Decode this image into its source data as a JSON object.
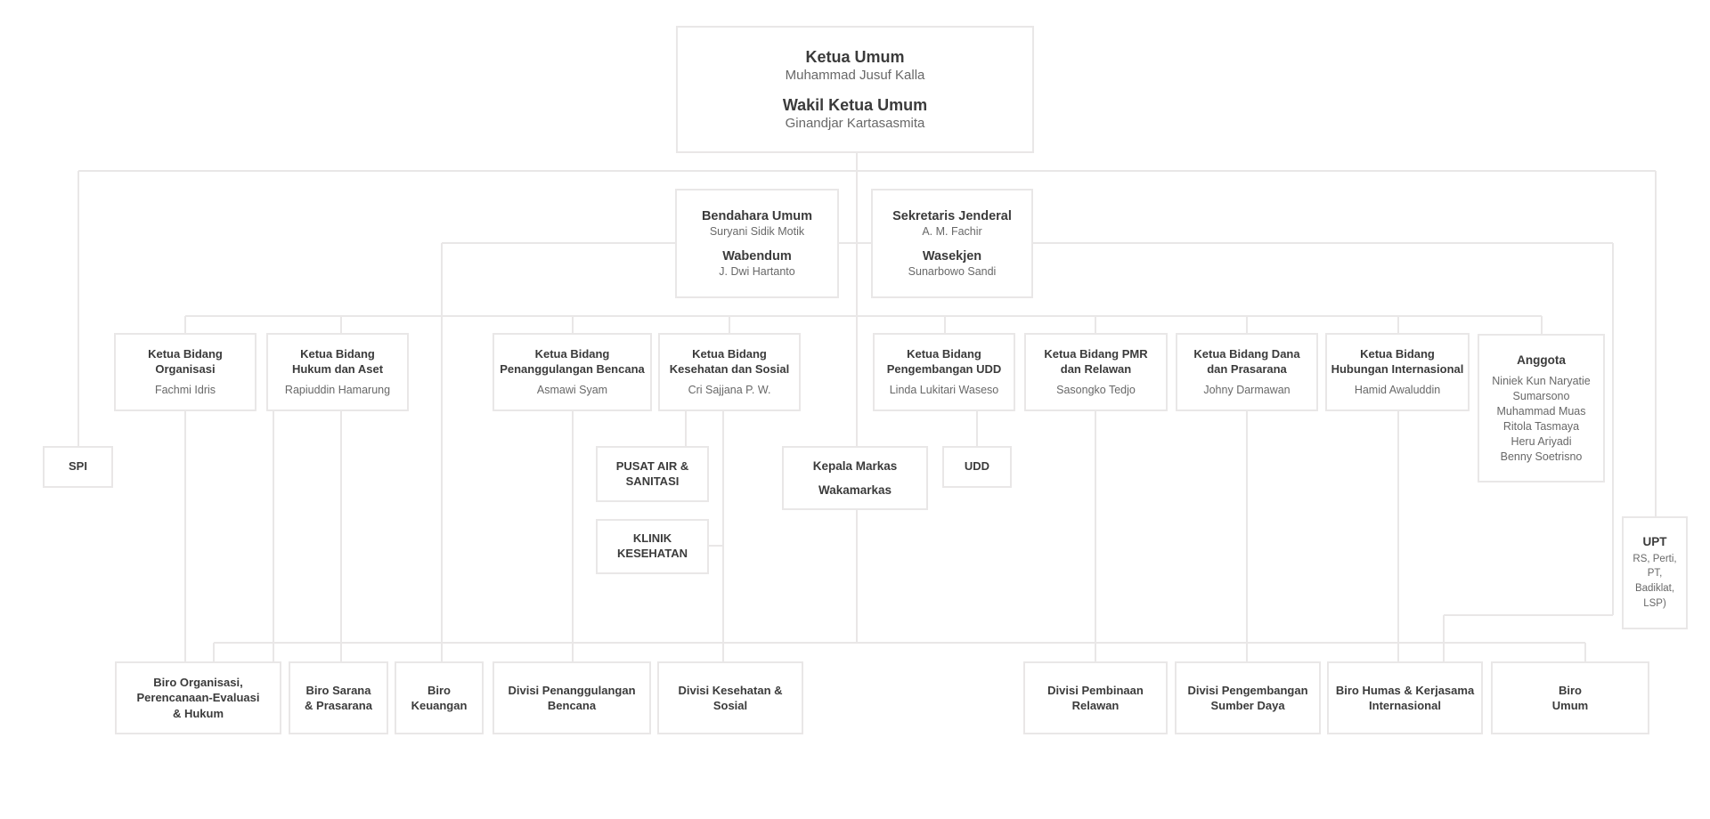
{
  "colors": {
    "background": "#ffffff",
    "line": "#e9e7e7",
    "box_border": "#e9e7e7",
    "title_text": "#3b3b3b",
    "name_text": "#686868"
  },
  "n": {
    "top": {
      "t1": "Ketua Umum",
      "n1": "Muhammad Jusuf Kalla",
      "t2": "Wakil Ketua Umum",
      "n2": "Ginandjar Kartasasmita"
    },
    "bendahara": {
      "t1": "Bendahara Umum",
      "n1": "Suryani Sidik Motik",
      "t2": "Wabendum",
      "n2": "J. Dwi Hartanto"
    },
    "sekjen": {
      "t1": "Sekretaris Jenderal",
      "n1": "A. M. Fachir",
      "t2": "Wasekjen",
      "n2": "Sunarbowo Sandi"
    },
    "kb_organisasi": {
      "l1": "Ketua Bidang",
      "l2": "Organisasi",
      "name": "Fachmi Idris"
    },
    "kb_hukum": {
      "l1": "Ketua Bidang",
      "l2": "Hukum dan Aset",
      "name": "Rapiuddin Hamarung"
    },
    "kb_pb": {
      "l1": "Ketua Bidang",
      "l2": "Penanggulangan Bencana",
      "name": "Asmawi Syam"
    },
    "kb_kesehatan": {
      "l1": "Ketua Bidang",
      "l2": "Kesehatan dan Sosial",
      "name": "Cri Sajjana P. W."
    },
    "kb_udd": {
      "l1": "Ketua Bidang",
      "l2": "Pengembangan UDD",
      "name": "Linda Lukitari Waseso"
    },
    "kb_pmr": {
      "l1": "Ketua Bidang PMR",
      "l2": "dan Relawan",
      "name": "Sasongko Tedjo"
    },
    "kb_dana": {
      "l1": "Ketua Bidang Dana",
      "l2": "dan Prasarana",
      "name": "Johny Darmawan"
    },
    "kb_hi": {
      "l1": "Ketua Bidang",
      "l2": "Hubungan Internasional",
      "name": "Hamid Awaluddin"
    },
    "anggota": {
      "title": "Anggota",
      "members": [
        "Niniek Kun Naryatie",
        "Sumarsono",
        "Muhammad Muas",
        "Ritola Tasmaya",
        "Heru Ariyadi",
        "Benny Soetrisno"
      ]
    },
    "spi": {
      "label": "SPI"
    },
    "pusat_air": {
      "l1": "PUSAT AIR &",
      "l2": "SANITASI"
    },
    "klinik": {
      "l1": "KLINIK",
      "l2": "KESEHATAN"
    },
    "markas": {
      "l1": "Kepala Markas",
      "l2": "Wakamarkas"
    },
    "udd": {
      "label": "UDD"
    },
    "upt": {
      "title": "UPT",
      "sub": [
        "RS, Perti,",
        "PT,",
        "Badiklat,",
        "LSP)"
      ]
    },
    "biro_org": {
      "l1": "Biro Organisasi,",
      "l2": "Perencanaan-Evaluasi",
      "l3": "& Hukum"
    },
    "biro_sarana": {
      "l1": "Biro Sarana",
      "l2": "& Prasarana"
    },
    "biro_keuangan": {
      "l1": "Biro",
      "l2": "Keuangan"
    },
    "divisi_pb": {
      "l1": "Divisi Penanggulangan",
      "l2": "Bencana"
    },
    "divisi_ks": {
      "l1": "Divisi Kesehatan &",
      "l2": "Sosial"
    },
    "divisi_relawan": {
      "l1": "Divisi Pembinaan",
      "l2": "Relawan"
    },
    "divisi_sd": {
      "l1": "Divisi Pengembangan",
      "l2": "Sumber Daya"
    },
    "biro_humas": {
      "l1": "Biro Humas & Kerjasama",
      "l2": "Internasional"
    },
    "biro_umum": {
      "l1": "Biro",
      "l2": "Umum"
    }
  }
}
